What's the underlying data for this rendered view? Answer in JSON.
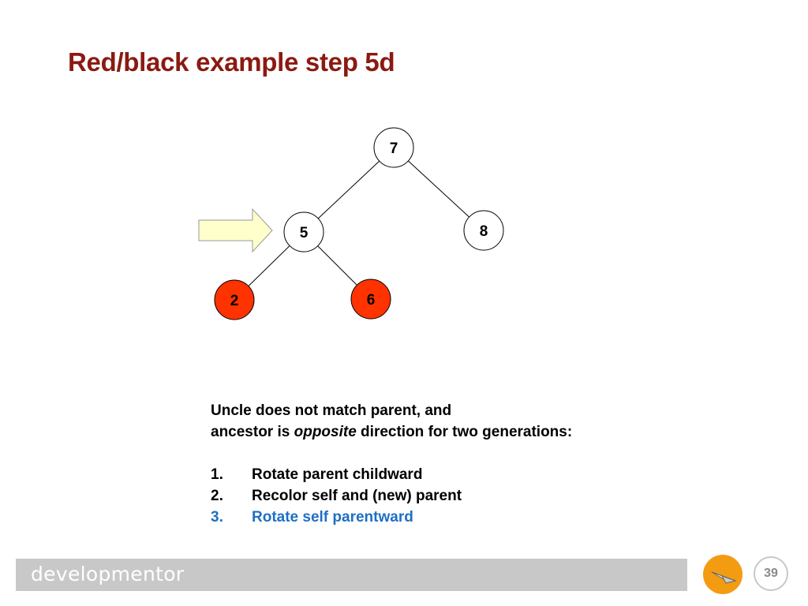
{
  "slide": {
    "title": "Red/black example step 5d",
    "page_number": "39"
  },
  "tree": {
    "nodes": [
      {
        "id": "n7",
        "label": "7",
        "color": "black"
      },
      {
        "id": "n5",
        "label": "5",
        "color": "black"
      },
      {
        "id": "n8",
        "label": "8",
        "color": "black"
      },
      {
        "id": "n2",
        "label": "2",
        "color": "red"
      },
      {
        "id": "n6",
        "label": "6",
        "color": "red"
      }
    ],
    "edges": [
      {
        "from": "n7",
        "to": "n5"
      },
      {
        "from": "n7",
        "to": "n8"
      },
      {
        "from": "n5",
        "to": "n2"
      },
      {
        "from": "n5",
        "to": "n6"
      }
    ],
    "current_node": "n5",
    "colors": {
      "black_fill": "#ffffff",
      "red_fill": "#ff3300",
      "arrow_fill": "#ffffcc"
    }
  },
  "explanation": {
    "line1": "Uncle does not match parent, and",
    "line2_prefix": "ancestor is ",
    "line2_emph": "opposite",
    "line2_suffix": " direction for two generations:",
    "steps": [
      {
        "num": "1.",
        "text": "Rotate parent childward",
        "highlighted": false
      },
      {
        "num": "2.",
        "text": "Recolor self and (new) parent",
        "highlighted": false
      },
      {
        "num": "3.",
        "text": "Rotate self parentward",
        "highlighted": true
      }
    ],
    "highlight_color": "#1e6fc4"
  },
  "footer": {
    "brand": "developmentor",
    "logo_icon": "paper-plane-icon",
    "logo_color": "#f39c12"
  }
}
